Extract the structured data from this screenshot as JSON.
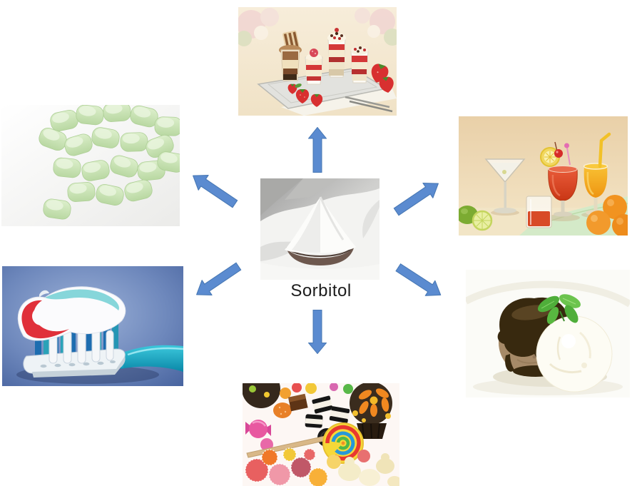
{
  "diagram": {
    "center_label": "Sorbitol",
    "arrow_color": "#5B8BD0",
    "arrow_border_color": "#4979B5",
    "center_node": {
      "id": "sorbitol-powder",
      "description": "Heap of white sorbitol powder in a bowl"
    },
    "nodes": [
      {
        "id": "desserts",
        "position": "top",
        "description": "Layered strawberry cream desserts on a silver tray"
      },
      {
        "id": "chewing-gum",
        "position": "left",
        "description": "Pale green chewing gum pellets"
      },
      {
        "id": "beverages",
        "position": "right",
        "description": "Cocktail and fruit juice glasses with oranges and lime"
      },
      {
        "id": "toothpaste",
        "position": "bottom-left",
        "description": "Toothbrush with red, white and blue striped toothpaste"
      },
      {
        "id": "ice-cream",
        "position": "bottom-right",
        "description": "Ice cream scoops with chocolate sauce and mint leaves"
      },
      {
        "id": "candies",
        "position": "bottom",
        "description": "Assorted colourful candies, swirl lollipop and sweets"
      }
    ]
  }
}
